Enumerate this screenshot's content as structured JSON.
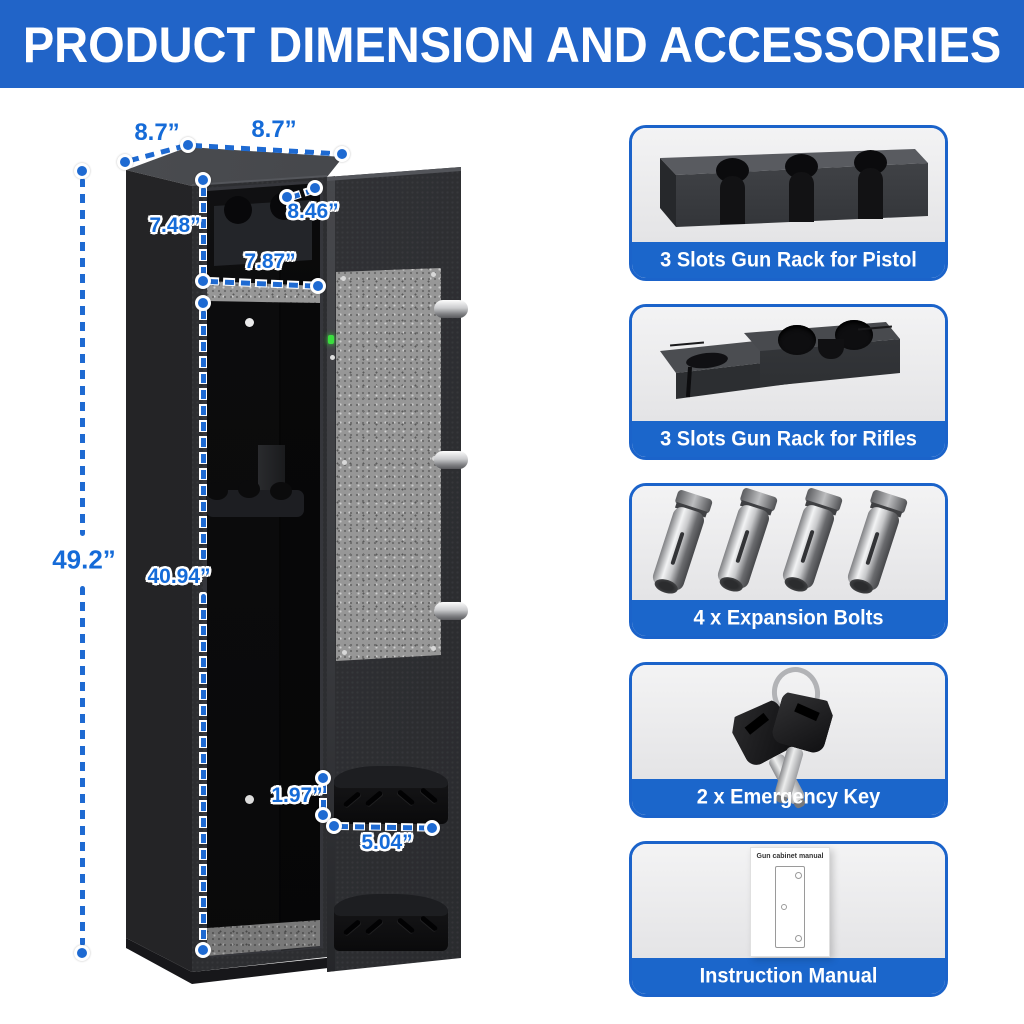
{
  "header": {
    "title": "PRODUCT DIMENSION AND ACCESSORIES"
  },
  "colors": {
    "header_blue": "#2164c8",
    "card_border_blue": "#1b63ca",
    "card_bar_blue": "#1b66cb",
    "dimension_blue": "#156bd8",
    "card_background": "#ececee",
    "safe_body_dark": "#2c2d30"
  },
  "safe_dimensions": {
    "depth_top": "8.7”",
    "width_top": "8.7”",
    "inner_depth": "8.46”",
    "top_compartment_height": "7.48”",
    "inner_width": "7.87”",
    "outer_height": "49.2”",
    "inner_height": "40.94”",
    "door_pocket_height": "1.97”",
    "door_pocket_width": "5.04”"
  },
  "accessories": [
    {
      "label": "3 Slots Gun Rack for Pistol",
      "icon": "pistol-rack-icon"
    },
    {
      "label": "3 Slots Gun Rack for Rifles",
      "icon": "rifle-rack-icon"
    },
    {
      "label": "4 x Expansion Bolts",
      "icon": "expansion-bolts-icon"
    },
    {
      "label": "2 x Emergency Key",
      "icon": "emergency-keys-icon"
    },
    {
      "label": "Instruction Manual",
      "icon": "instruction-manual-icon"
    }
  ],
  "manual": {
    "title": "Gun cabinet manual"
  }
}
